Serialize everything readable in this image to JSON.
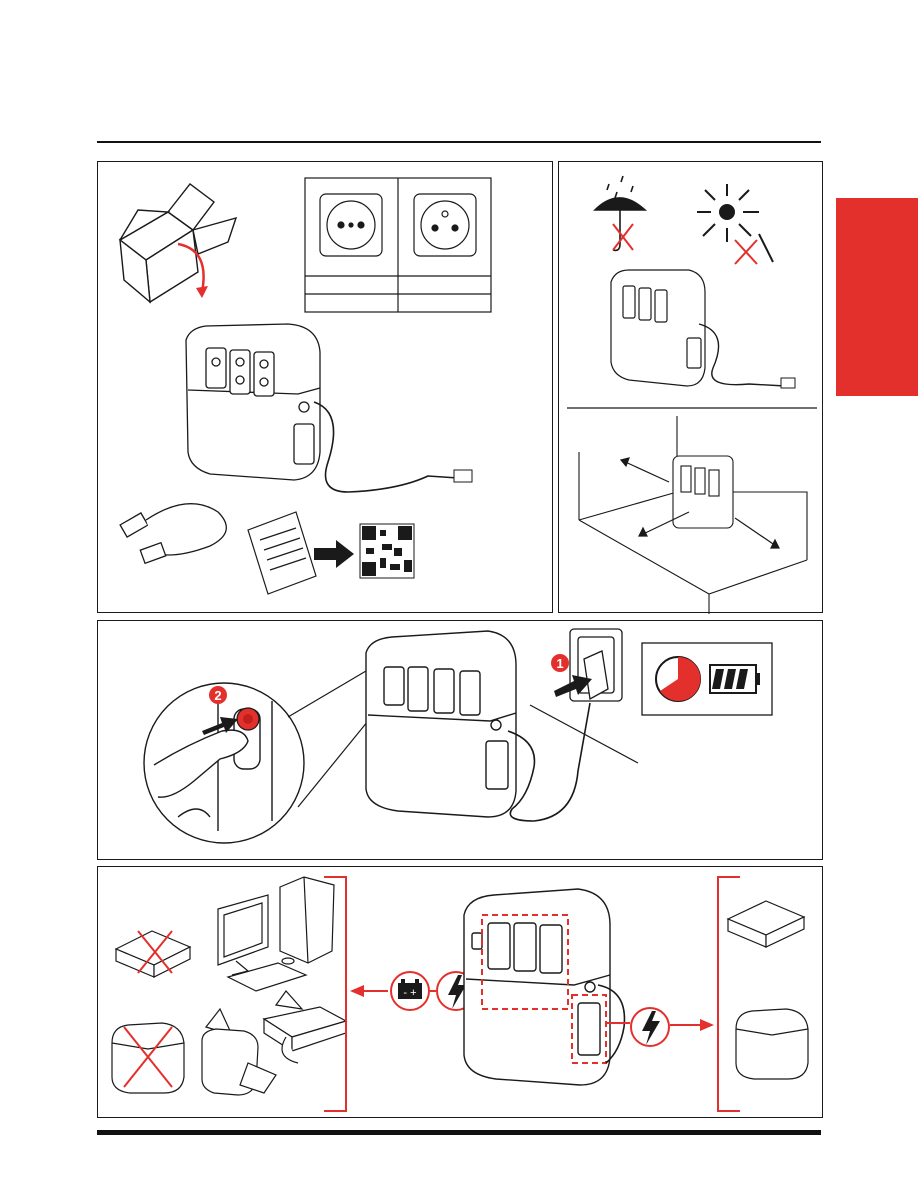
{
  "colors": {
    "accent_red": "#e3302c",
    "ink": "#1a1a1a",
    "panel_border": "#1a1a1a"
  },
  "steps": {
    "plug_in": "1",
    "power_on": "2"
  },
  "icons": {
    "battery_sign": "- +",
    "surge": "lightning"
  }
}
